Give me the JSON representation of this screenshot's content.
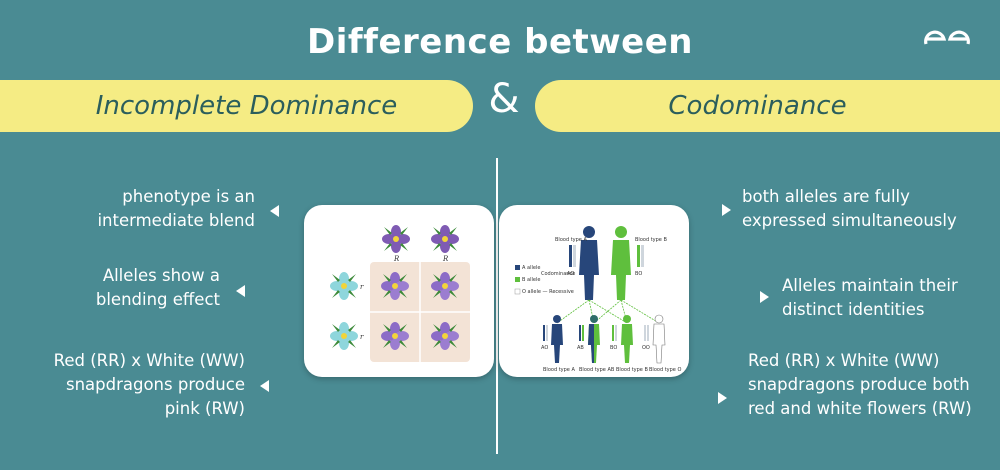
{
  "title": "Difference between",
  "left_heading": "Incomplete Dominance",
  "ampersand": "&",
  "right_heading": "Codominance",
  "left_points": [
    "phenotype is an intermediate blend",
    "Alleles show a blending effect",
    "Red (RR) x White (WW) snapdragons produce pink (RW)"
  ],
  "right_points": [
    "both alleles are fully expressed simultaneously",
    "Alleles maintain their distinct identities",
    "Red (RR) x White (WW) snapdragons produce both red and white flowers (RW)"
  ],
  "punnett": {
    "top_labels": [
      "R",
      "R"
    ],
    "side_labels": [
      "r",
      "r"
    ]
  },
  "blood": {
    "parent_a": "Blood type A",
    "parent_b": "Blood type B",
    "legend_a": "A allele",
    "legend_b": "B allele",
    "legend_o": "O allele — Recessive",
    "codominance": "Codominance",
    "alleles": [
      "AO",
      "BO",
      "AO",
      "AB",
      "BO",
      "OO"
    ],
    "children": [
      "Blood type A",
      "Blood type AB",
      "Blood type B",
      "Blood type O"
    ]
  },
  "colors": {
    "background": "#4a8b93",
    "pill": "#f5ec84",
    "heading_text": "#2b5e5c",
    "purple_flower": "#7f5bb3",
    "cyan_flower": "#8ed6dc",
    "allele_a": "#27467a",
    "allele_b": "#5fbf3d"
  },
  "icons": [
    "gfg-logo-icon"
  ]
}
